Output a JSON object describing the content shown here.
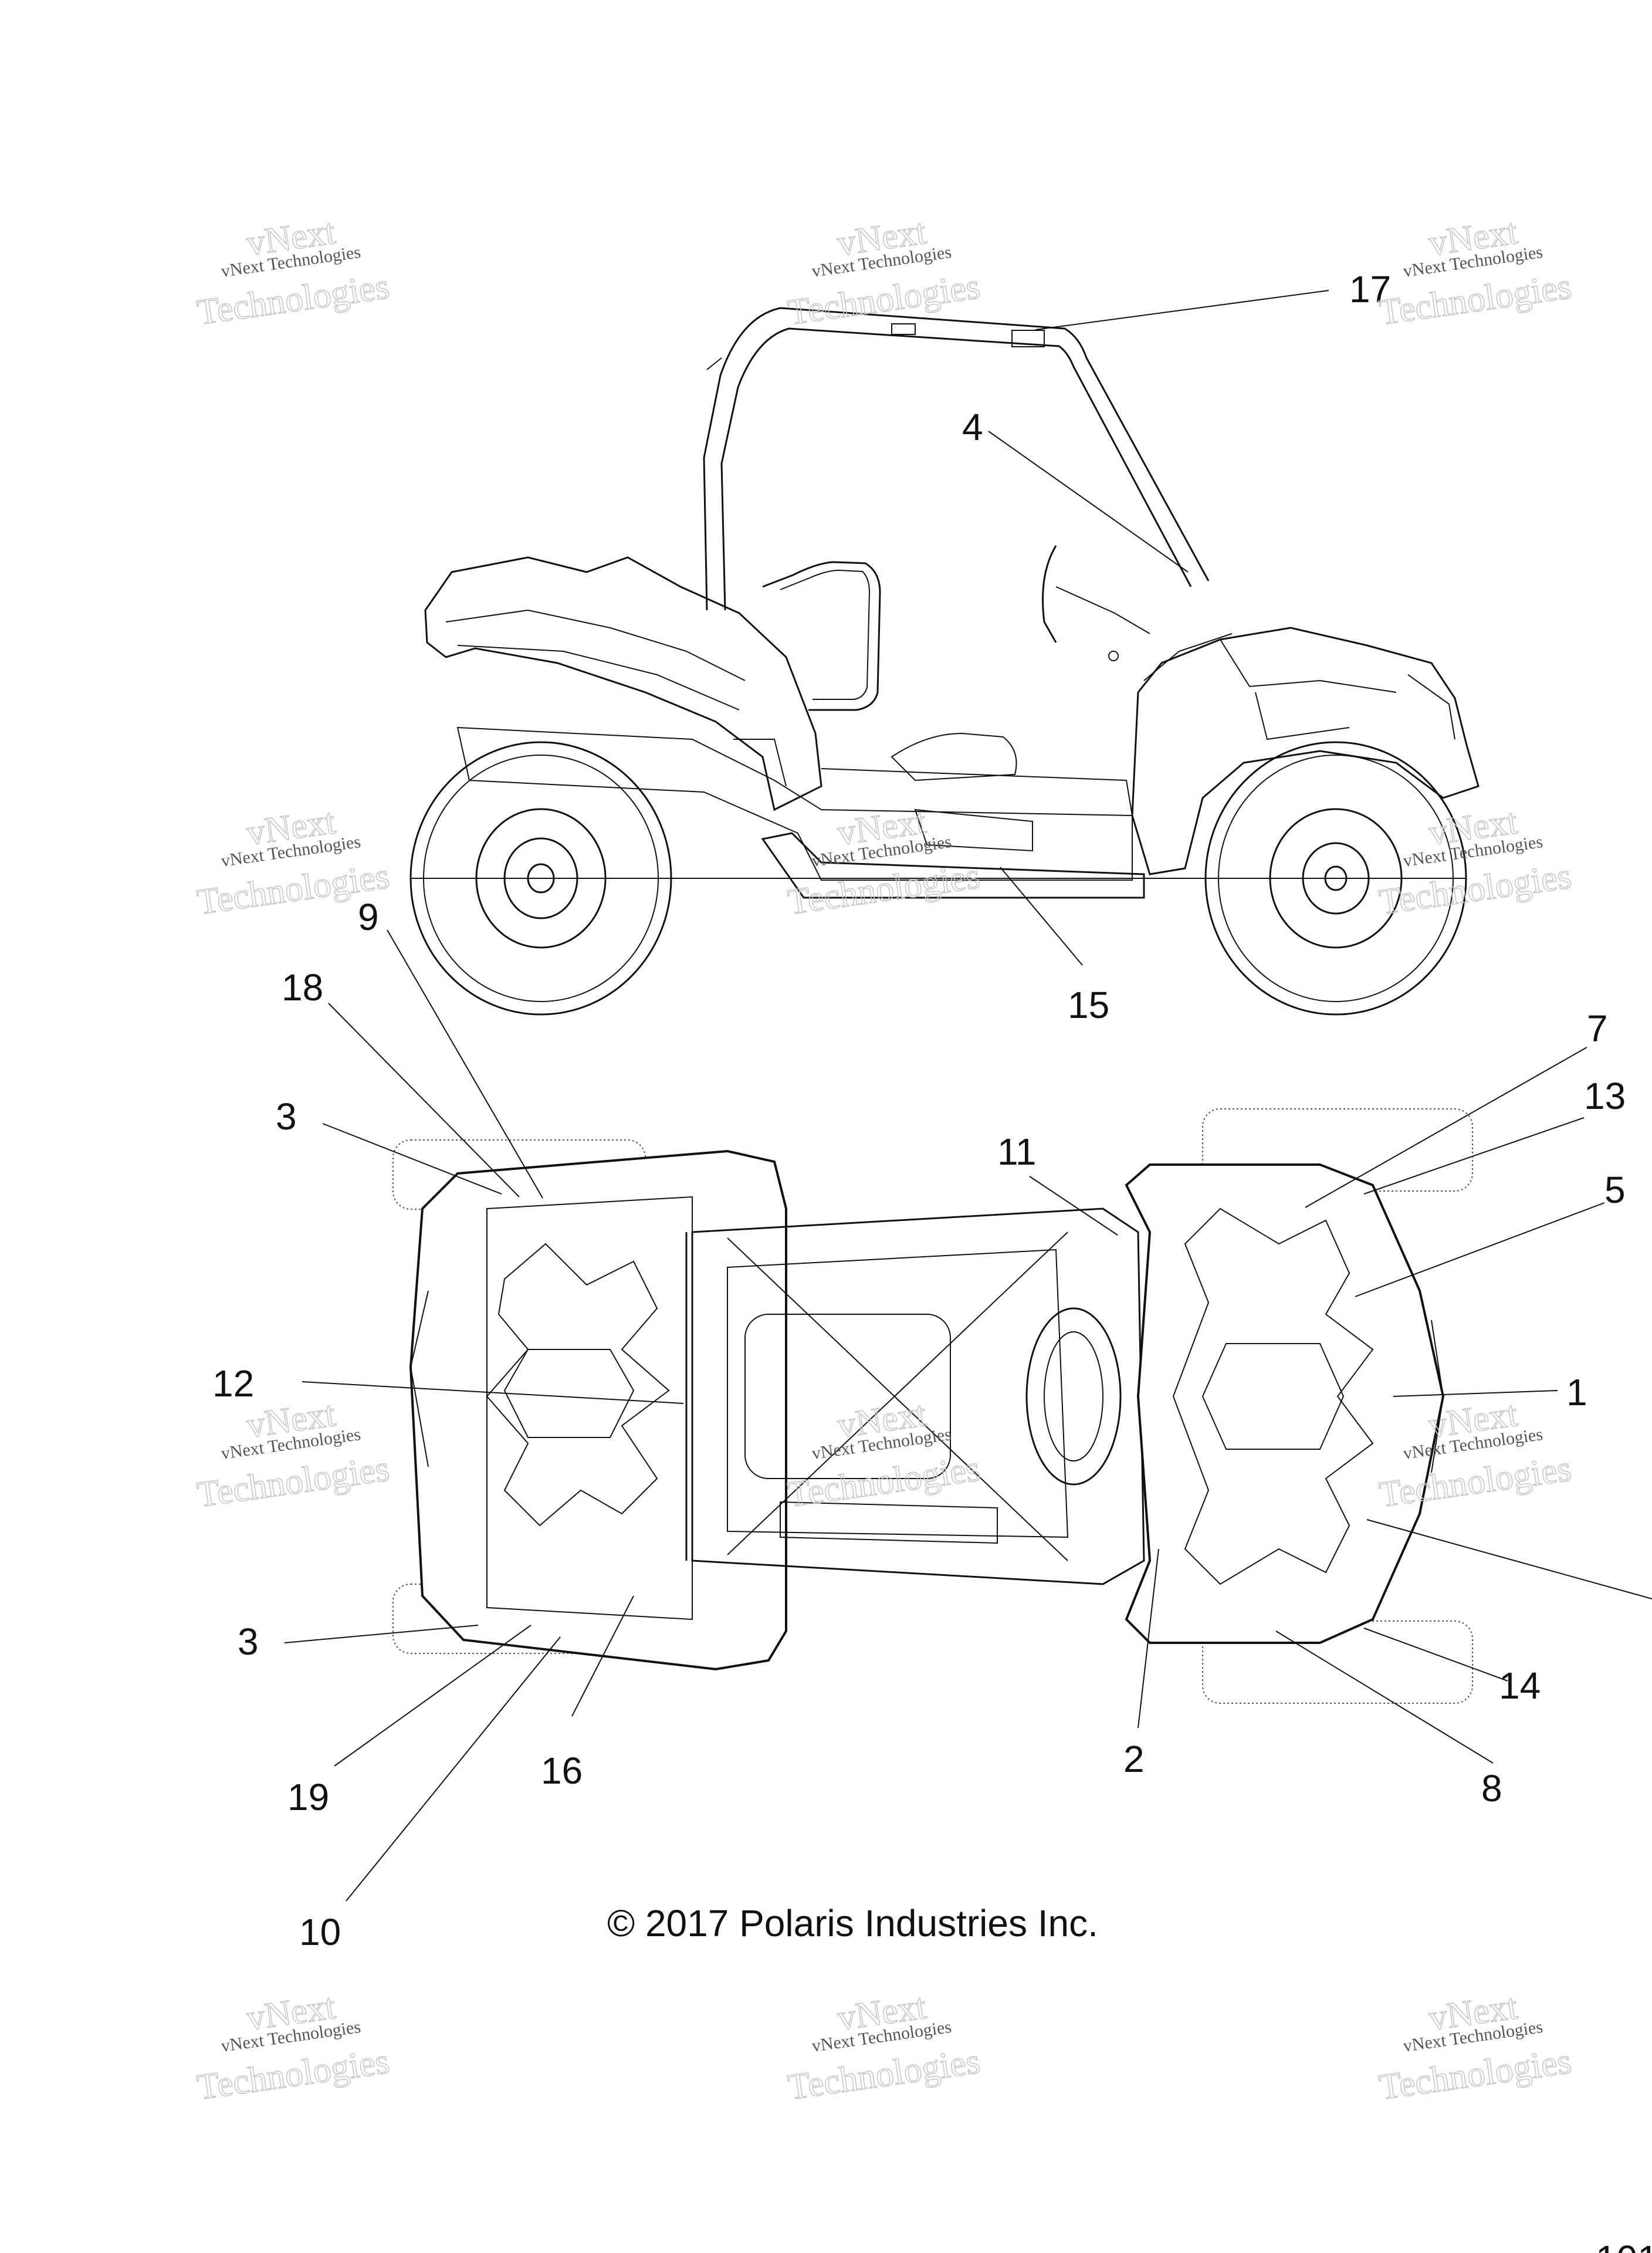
{
  "watermark": {
    "line1": "vNext Technologies",
    "line2": "vNext",
    "line3": "Technologies"
  },
  "copyright": "© 2017 Polaris Industries Inc.",
  "callouts": [
    "17",
    "4",
    "9",
    "15",
    "18",
    "3",
    "11",
    "7",
    "13",
    "5",
    "12",
    "1",
    "3",
    "14",
    "2",
    "8",
    "19",
    "16",
    "10"
  ],
  "page_number_fragment": "101"
}
